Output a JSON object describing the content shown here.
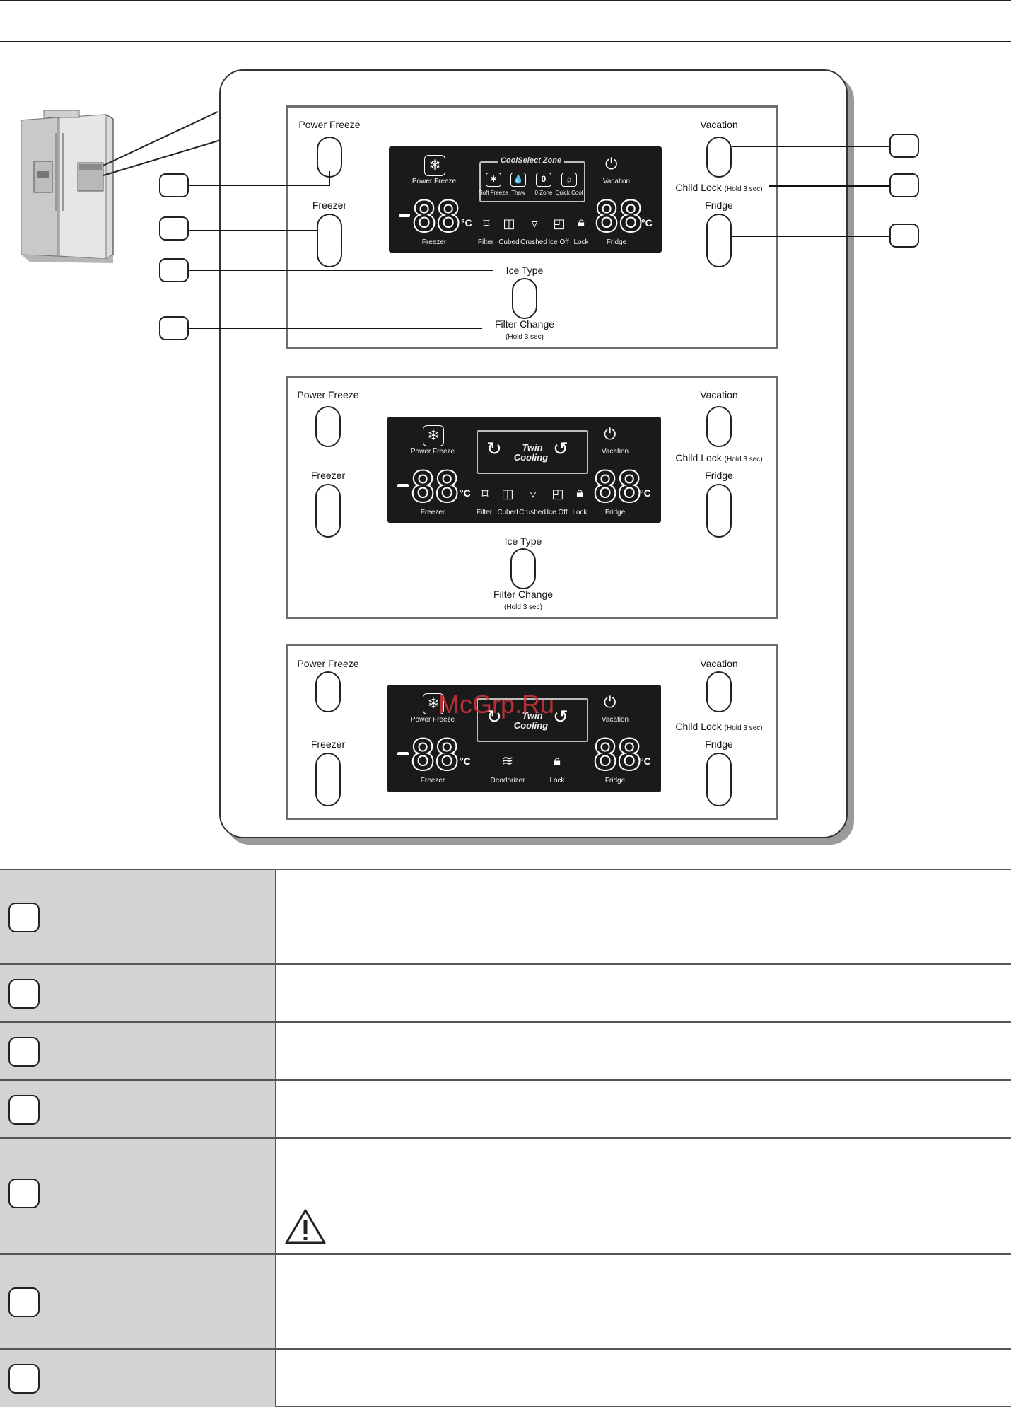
{
  "panel_1": {
    "power_freeze_button": "Power Freeze",
    "vacation_button": "Vacation",
    "freezer_button": "Freezer",
    "child_lock_label": "Child Lock",
    "child_lock_hold": "(Hold 3 sec)",
    "fridge_button": "Fridge",
    "ice_type_button": "Ice Type",
    "filter_change_button": "Filter Change",
    "filter_change_hold": "(Hold 3 sec)",
    "display": {
      "power_freeze": "Power Freeze",
      "zone_title": "CoolSelect Zone",
      "zone_items": [
        "Soft Freeze",
        "Thaw",
        "0 Zone",
        "Quick Cool"
      ],
      "zone_0_glyph": "0",
      "vacation": "Vacation",
      "freezer_digits": "88",
      "fridge_digits": "88",
      "unit": "°C",
      "freezer": "Freezer",
      "fridge": "Fridge",
      "icons": [
        "Filter",
        "Cubed",
        "Crushed",
        "Ice Off",
        "Lock"
      ]
    }
  },
  "panel_2": {
    "power_freeze_button": "Power Freeze",
    "vacation_button": "Vacation",
    "freezer_button": "Freezer",
    "child_lock_label": "Child Lock",
    "child_lock_hold": "(Hold 3 sec)",
    "fridge_button": "Fridge",
    "ice_type_button": "Ice Type",
    "filter_change_button": "Filter Change",
    "filter_change_hold": "(Hold 3 sec)",
    "display": {
      "power_freeze": "Power Freeze",
      "twin_line1": "Twin",
      "twin_line2": "Cooling",
      "vacation": "Vacation",
      "freezer_digits": "88",
      "fridge_digits": "88",
      "unit": "°C",
      "freezer": "Freezer",
      "fridge": "Fridge",
      "icons": [
        "Filter",
        "Cubed",
        "Crushed",
        "Ice Off",
        "Lock"
      ]
    }
  },
  "panel_3": {
    "power_freeze_button": "Power Freeze",
    "vacation_button": "Vacation",
    "freezer_button": "Freezer",
    "child_lock_label": "Child Lock",
    "child_lock_hold": "(Hold 3 sec)",
    "fridge_button": "Fridge",
    "display": {
      "power_freeze": "Power Freeze",
      "twin_line1": "Twin",
      "twin_line2": "Cooling",
      "vacation": "Vacation",
      "freezer_digits": "88",
      "fridge_digits": "88",
      "unit": "°C",
      "freezer": "Freezer",
      "fridge": "Fridge",
      "icons": [
        "Deodorizer",
        "Lock"
      ]
    }
  },
  "watermark": "McGrp.Ru",
  "table": {
    "row_count": 7,
    "warning_icon": "warning-triangle-icon"
  }
}
